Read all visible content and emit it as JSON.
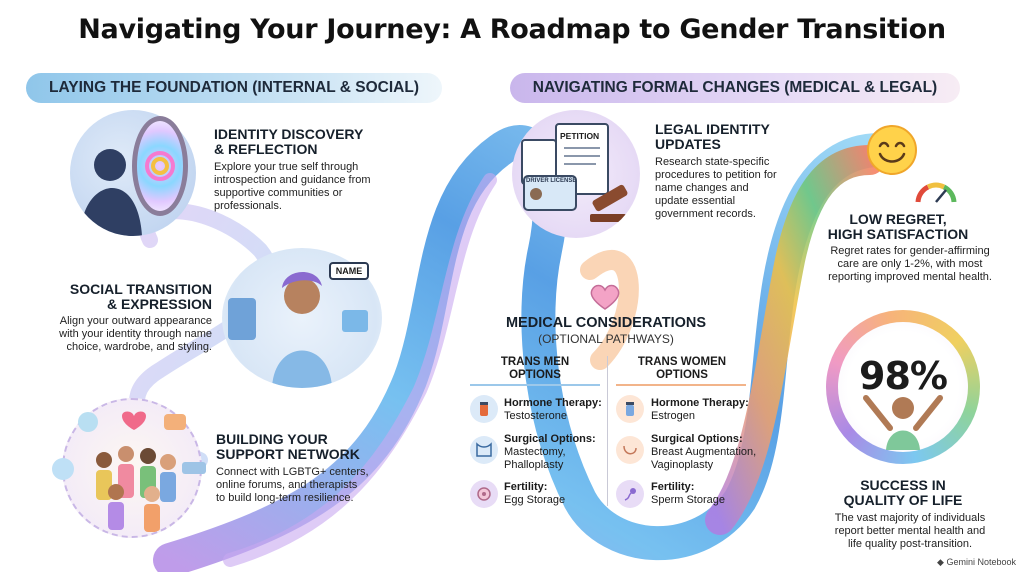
{
  "title": "Navigating Your Journey: A Roadmap to Gender Transition",
  "sections": {
    "left_pill": "LAYING THE FOUNDATION (INTERNAL & SOCIAL)",
    "right_pill": "NAVIGATING FORMAL CHANGES (MEDICAL & LEGAL)"
  },
  "identity": {
    "title_line1": "IDENTITY DISCOVERY",
    "title_line2": "& REFLECTION",
    "body_line1": "Explore your true self through",
    "body_line2": "introspection and guidance from",
    "body_line3": "supportive communities or",
    "body_line4": "professionals."
  },
  "social": {
    "title_line1": "SOCIAL TRANSITION",
    "title_line2": "& EXPRESSION",
    "body_line1": "Align your outward appearance",
    "body_line2": "with your identity through name",
    "body_line3": "choice, wardrobe, and styling.",
    "name_tag": "NAME"
  },
  "support": {
    "title_line1": "BUILDING YOUR",
    "title_line2": "SUPPORT NETWORK",
    "body_line1": "Connect with LGBTG+ centers,",
    "body_line2": "online forums, and therapists",
    "body_line3": "to build long-term resilience."
  },
  "legal": {
    "title_line1": "LEGAL IDENTITY",
    "title_line2": "UPDATES",
    "body_line1": "Research state-specific",
    "body_line2": "procedures to petition for",
    "body_line3": "name changes and",
    "body_line4": "update essential",
    "body_line5": "government records.",
    "petition_label": "PETITION",
    "license_label": "DRIVER LICENSE"
  },
  "medical": {
    "title": "MEDICAL CONSIDERATIONS",
    "subtitle": "(OPTIONAL PATHWAYS)",
    "men_head_line1": "TRANS MEN",
    "men_head_line2": "OPTIONS",
    "women_head_line1": "TRANS WOMEN",
    "women_head_line2": "OPTIONS",
    "men": [
      {
        "title": "Hormone Therapy:",
        "line1": "Testosterone",
        "line2": ""
      },
      {
        "title": "Surgical Options:",
        "line1": "Mastectomy,",
        "line2": "Phalloplasty"
      },
      {
        "title": "Fertility:",
        "line1": "Egg Storage",
        "line2": ""
      }
    ],
    "women": [
      {
        "title": "Hormone Therapy:",
        "line1": "Estrogen",
        "line2": ""
      },
      {
        "title": "Surgical Options:",
        "line1": "Breast Augmentation,",
        "line2": "Vaginoplasty"
      },
      {
        "title": "Fertility:",
        "line1": "Sperm Storage",
        "line2": ""
      }
    ]
  },
  "regret": {
    "title_line1": "LOW REGRET,",
    "title_line2": "HIGH SATISFACTION",
    "body_line1": "Regret rates for gender-affirming",
    "body_line2": "care are only 1-2%, with most",
    "body_line3": "reporting improved mental health."
  },
  "success": {
    "percent": "98%",
    "title_line1": "SUCCESS IN",
    "title_line2": "QUALITY OF LIFE",
    "body_line1": "The vast majority of individuals",
    "body_line2": "report better mental health and",
    "body_line3": "life quality post-transition."
  },
  "footer": "Gemini Notebook",
  "colors": {
    "blue_pill": "#8fc6ea",
    "purple_pill": "#c9b6ec",
    "ribbon_blue": "#4aa8ea",
    "ribbon_purple": "#9a6be0",
    "ribbon_orange": "#f59a4a"
  }
}
